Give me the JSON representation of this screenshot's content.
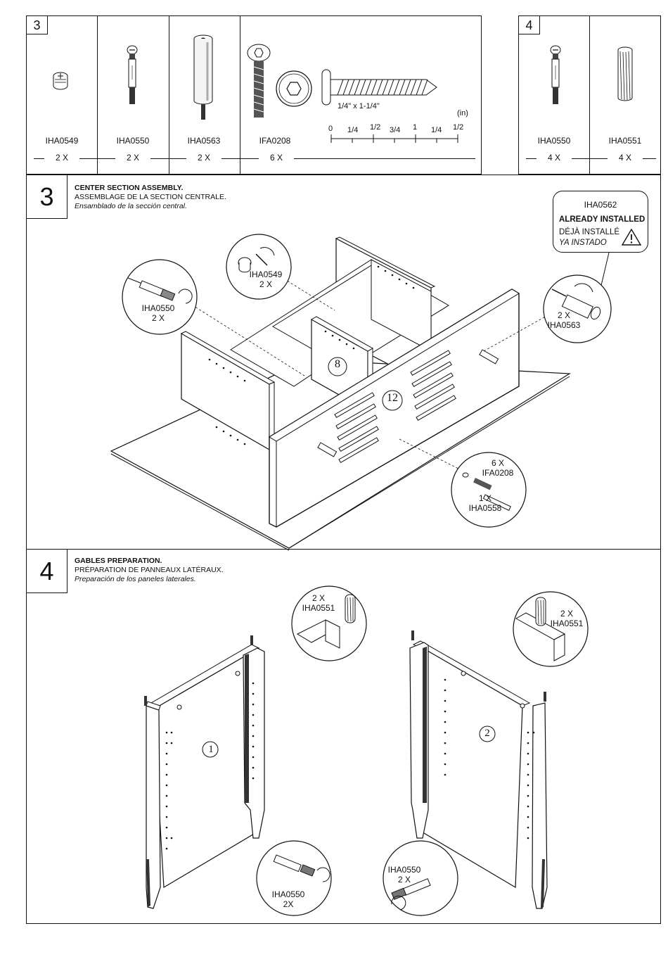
{
  "hardware_boxes": {
    "step3": {
      "number": "3",
      "parts": [
        {
          "code": "IHA0549",
          "qty": "2 X"
        },
        {
          "code": "IHA0550",
          "qty": "2 X"
        },
        {
          "code": "IHA0563",
          "qty": "2 X"
        },
        {
          "code": "IFA0208",
          "qty": "6 X"
        }
      ],
      "screw_size": "1/4\" x 1-1/4\"",
      "ruler": {
        "unit": "(in)",
        "top_labels": [
          "1/2",
          "1",
          "1/2"
        ],
        "bottom_labels": [
          "0",
          "1/4",
          "3/4",
          "1/4"
        ]
      }
    },
    "step4": {
      "number": "4",
      "parts": [
        {
          "code": "IHA0550",
          "qty": "4 X"
        },
        {
          "code": "IHA0551",
          "qty": "4 X"
        }
      ]
    }
  },
  "step3_section": {
    "number": "3",
    "title_en": "CENTER SECTION ASSEMBLY.",
    "title_fr": "ASSEMBLAGE DE LA SECTION CENTRALE.",
    "title_es": "Ensamblado de la sección central.",
    "installed_box": {
      "code": "IHA0562",
      "line1": "ALREADY INSTALLED",
      "line2": "DÉJÀ INSTALLÉ",
      "line3": "YA INSTADO"
    },
    "callouts": {
      "cam": {
        "code": "IHA0549",
        "qty": "2 X"
      },
      "bolt": {
        "code": "IHA0550",
        "qty": "2 X"
      },
      "dowel": {
        "qty": "2 X",
        "code": "IHA0563"
      },
      "screws": {
        "qty1": "6 X",
        "code1": "IFA0208",
        "qty2": "1 X",
        "code2": "IHA0558"
      }
    },
    "panel_numbers": [
      "8",
      "12"
    ]
  },
  "step4_section": {
    "number": "4",
    "title_en": "GABLES PREPARATION.",
    "title_fr": "PRÉPARATION DE PANNEAUX LATÉRAUX.",
    "title_es": "Preparación de los paneles laterales.",
    "callouts": {
      "dowel_left": {
        "qty": "2 X",
        "code": "IHA0551"
      },
      "dowel_right": {
        "qty": "2 X",
        "code": "IHA0551"
      },
      "bolt_left": {
        "code": "IHA0550",
        "qty": "2X"
      },
      "bolt_right": {
        "code": "IHA0550",
        "qty": "2 X"
      }
    },
    "panel_numbers": [
      "1",
      "2"
    ]
  }
}
